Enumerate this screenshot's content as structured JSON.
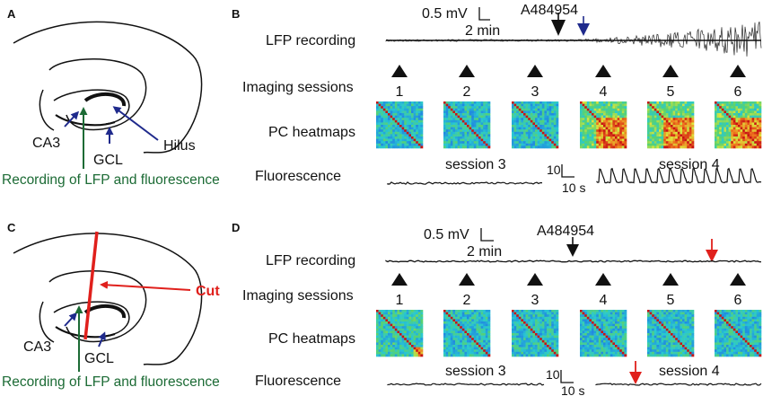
{
  "colors": {
    "navy": "#1f2a8c",
    "green": "#1c6b35",
    "red": "#e0201c",
    "black": "#111111"
  },
  "panel_a": {
    "letter": "A",
    "labels": {
      "ca3": "CA3",
      "gcl": "GCL",
      "hilus": "Hilus"
    },
    "recording": "Recording of LFP and fluorescence"
  },
  "panel_b": {
    "letter": "B",
    "scale_mv": "0.5 mV",
    "scale_min": "2 min",
    "drug": "A484954",
    "rows": {
      "lfp": "LFP recording",
      "imaging": "Imaging sessions",
      "heatmaps": "PC heatmaps",
      "fluorescence": "Fluorescence"
    },
    "sessions": [
      "1",
      "2",
      "3",
      "4",
      "5",
      "6"
    ],
    "session_left": "session 3",
    "session_right": "session 4",
    "fluor_scale_y": "10",
    "fluor_scale_x": "10 s"
  },
  "panel_c": {
    "letter": "C",
    "labels": {
      "ca3": "CA3",
      "gcl": "GCL",
      "cut": "Cut"
    },
    "recording": "Recording of LFP and fluorescence"
  },
  "panel_d": {
    "letter": "D",
    "scale_mv": "0.5 mV",
    "scale_min": "2 min",
    "drug": "A484954",
    "rows": {
      "lfp": "LFP recording",
      "imaging": "Imaging sessions",
      "heatmaps": "PC heatmaps",
      "fluorescence": "Fluorescence"
    },
    "sessions": [
      "1",
      "2",
      "3",
      "4",
      "5",
      "6"
    ],
    "session_left": "session 3",
    "session_right": "session 4",
    "fluor_scale_y": "10",
    "fluor_scale_x": "10 s"
  }
}
